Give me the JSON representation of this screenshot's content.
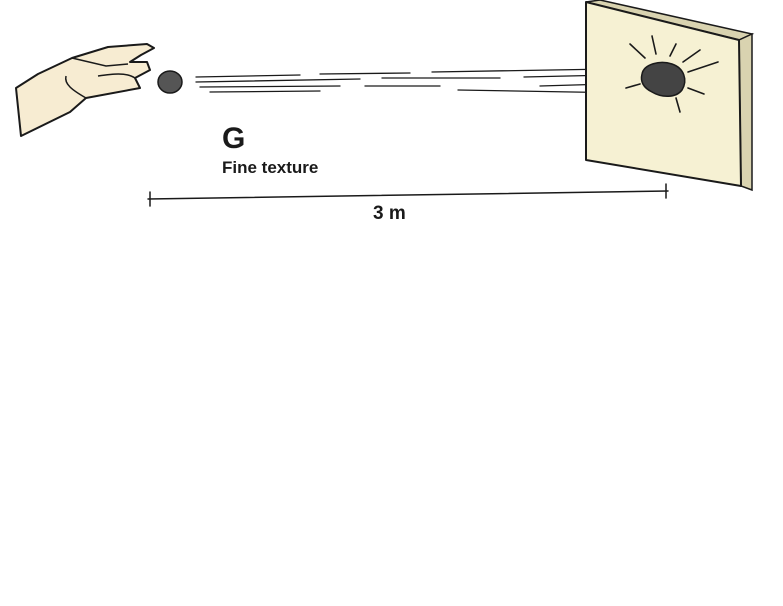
{
  "figure": {
    "letter": "G",
    "caption": "Fine texture",
    "distance": "3 m"
  },
  "colors": {
    "board_face": "#f6f1d3",
    "board_edge": "#d9d3b0",
    "ink": "#1a1a1a",
    "hand_fill": "#f7ecd2",
    "ball": "#555555",
    "splat": "#444444"
  },
  "icons": {
    "hand": "throwing-hand-icon",
    "ball": "soil-ball-icon",
    "target": "wall-board-icon"
  }
}
